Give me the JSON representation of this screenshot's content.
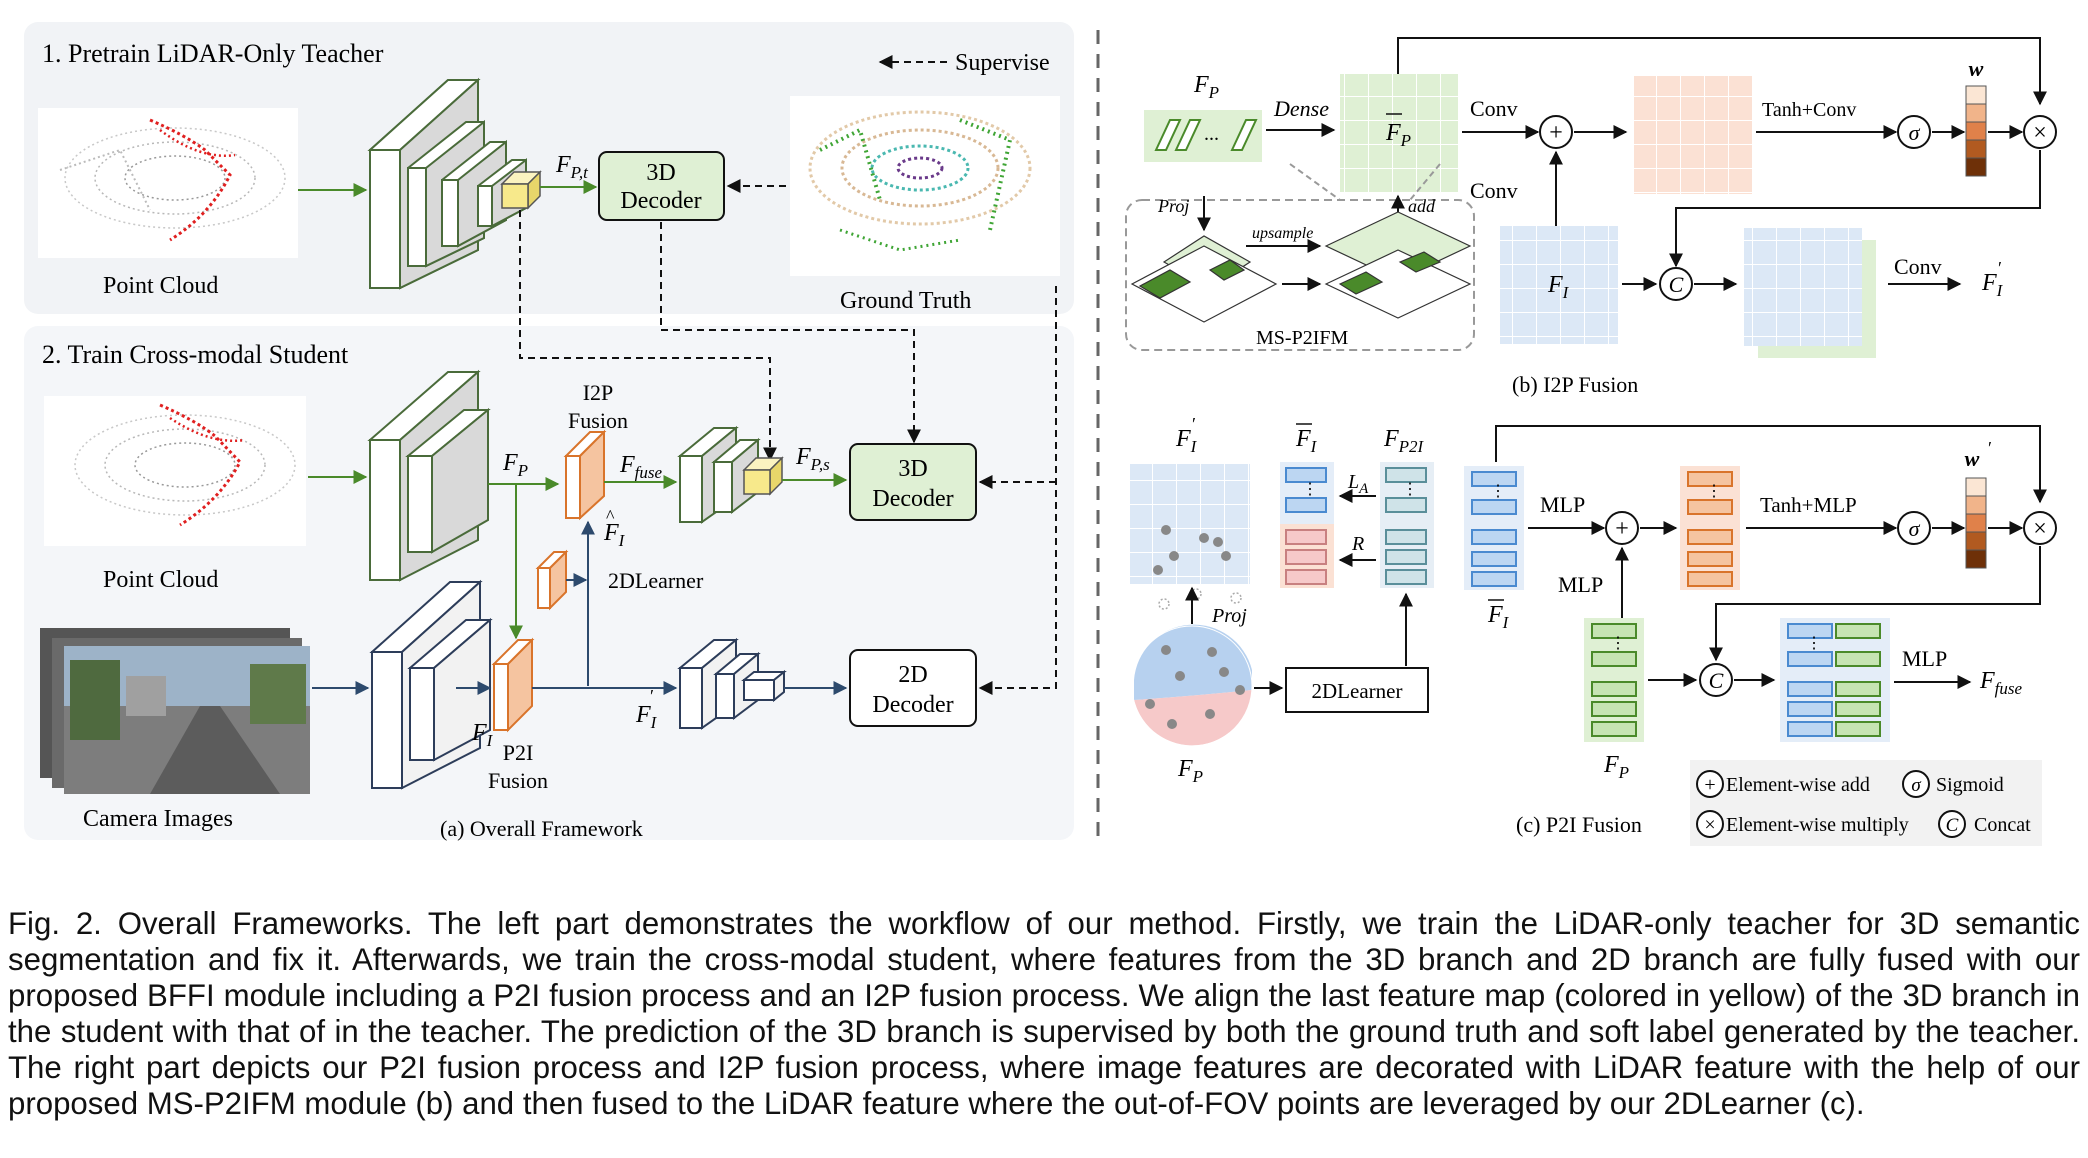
{
  "left": {
    "stage1_title": "1. Pretrain LiDAR-Only Teacher",
    "supervise_legend": "Supervise",
    "point_cloud_label": "Point Cloud",
    "ground_truth_label": "Ground Truth",
    "fpt_label": "F",
    "fpt_sub": "P,t",
    "decoder3d_l1": "3D",
    "decoder3d_l2": "Decoder",
    "stage2_title": "2. Train Cross-modal Student",
    "point_cloud_label2": "Point Cloud",
    "fp_label": "F",
    "fp_sub": "P",
    "i2p_l1": "I2P",
    "i2p_l2": "Fusion",
    "ffuse_label": "F",
    "ffuse_sub": "fuse",
    "fps_label": "F",
    "fps_sub": "P,s",
    "student_decoder3d_l1": "3D",
    "student_decoder3d_l2": "Decoder",
    "fi_hat_label": "F",
    "fi_hat_sub": "I",
    "learner2d_label": "2DLearner",
    "fi_label": "F",
    "fi_sub": "I",
    "p2i_l1": "P2I",
    "p2i_l2": "Fusion",
    "fi_prime_label": "F",
    "fi_prime_sub": "I",
    "decoder2d_l1": "2D",
    "decoder2d_l2": "Decoder",
    "camera_label": "Camera Images",
    "subcaption": "(a) Overall Framework"
  },
  "i2p": {
    "fp_label": "F",
    "fp_sub": "P",
    "dense_label": "Dense",
    "fpbar_label": "F",
    "fpbar_sub": "P",
    "conv_top": "Conv",
    "conv_mid": "Conv",
    "tanh_conv": "Tanh+Conv",
    "w_label": "w",
    "proj_label": "Proj",
    "add_label": "add",
    "upsample_label": "upsample",
    "msp2ifm_label": "MS-P2IFM",
    "fi_label": "F",
    "fi_sub": "I",
    "conv_out": "Conv",
    "fi_prime_label": "F",
    "fi_prime_sub": "I",
    "subcaption": "(b) I2P Fusion",
    "plus_symbol": "+",
    "sigma_symbol": "σ",
    "times_symbol": "×",
    "concat_symbol": "C"
  },
  "p2i": {
    "fi_prime_label": "F",
    "fi_prime_sub": "I",
    "fibar_label": "F",
    "fibar_sub": "I",
    "fp2i_label": "F",
    "fp2i_sub": "P2I",
    "la_label": "L",
    "la_sub": "A",
    "r_label": "R",
    "proj_label": "Proj",
    "learner_label": "2DLearner",
    "fp_label": "F",
    "fp_sub": "P",
    "fibar2_label": "F",
    "fibar2_sub": "I",
    "mlp_top": "MLP",
    "mlp_mid": "MLP",
    "tanh_mlp": "Tanh+MLP",
    "w_prime_label": "w",
    "fp_bottom_label": "F",
    "fp_bottom_sub": "P",
    "mlp_out": "MLP",
    "ffuse_label": "F",
    "ffuse_sub": "fuse",
    "subcaption": "(c) P2I Fusion",
    "legend_add": "Element-wise add",
    "legend_sigmoid": "Sigmoid",
    "legend_multiply": "Element-wise multiply",
    "legend_concat": "Concat"
  },
  "caption": "Fig. 2. Overall Frameworks. The left part demonstrates the workflow of our method. Firstly, we train the LiDAR-only teacher for 3D semantic segmentation and fix it. Afterwards, we train the cross-modal student, where features from the 3D branch and 2D branch are fully fused with our proposed BFFI module including a P2I fusion process and an I2P fusion process. We align the last feature map (colored in yellow) of the 3D branch in the student with that of in the teacher. The prediction of the 3D branch is supervised by both the ground truth and soft label generated by the teacher. The right part depicts our P2I fusion process and I2P fusion process, where image features are decorated with LiDAR feature with the help of our proposed MS-P2IFM module (b) and then fused to the LiDAR feature where the out-of-FOV points are leveraged by our 2DLearner (c).",
  "colors": {
    "green_arrow": "#4a8a2a",
    "orange": "#d9742b",
    "yellow": "#f7e98b",
    "blue_fill": "#dce8f6",
    "pink_fill": "#fbe1d4",
    "green_fill": "#dff0d4",
    "teal": "#5a8f9a"
  }
}
